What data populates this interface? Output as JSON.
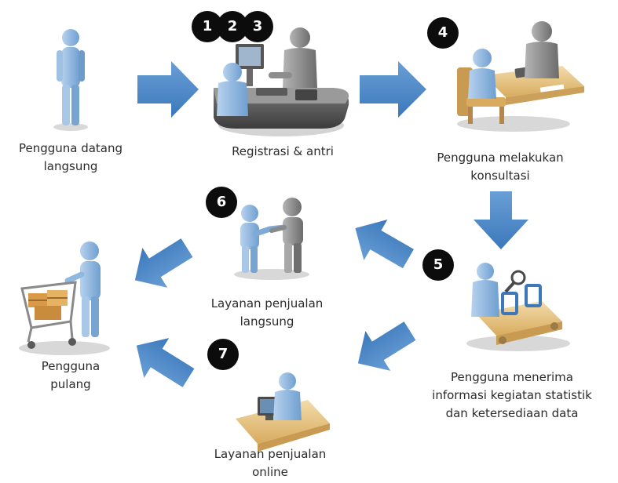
{
  "badges": [
    "1",
    "2",
    "3",
    "4",
    "5",
    "6",
    "7"
  ],
  "steps": {
    "arrival": [
      "Pengguna datang",
      "langsung"
    ],
    "registration": [
      "Registrasi & antri"
    ],
    "consultation": [
      "Pengguna melakukan",
      "konsultasi"
    ],
    "information": [
      "Pengguna menerima",
      "informasi kegiatan statistik",
      "dan ketersediaan data"
    ],
    "direct_sales": [
      "Layanan penjualan",
      "langsung"
    ],
    "online_sales": [
      "Layanan penjualan",
      "online"
    ],
    "departure": [
      "Pengguna",
      "pulang"
    ]
  },
  "colors": {
    "arrow": "#4a86c6",
    "person_blue": "#8fb7df",
    "person_gray": "#8d8d8d",
    "desk": "#e8c98a",
    "badge": "#0c0c0c"
  }
}
